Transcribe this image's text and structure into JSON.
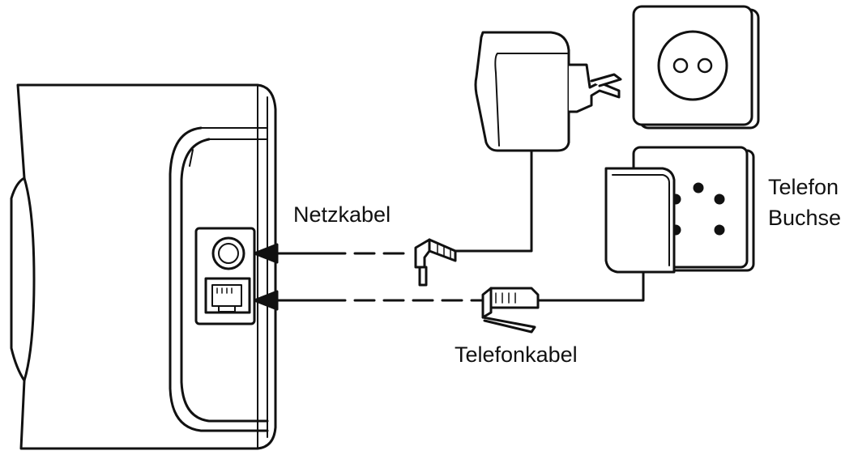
{
  "labels": {
    "power_cable": "Netzkabel",
    "phone_cable": "Telefonkabel",
    "phone_jack_line1": "Telefon",
    "phone_jack_line2": "Buchse"
  },
  "colors": {
    "line": "#111111",
    "background": "#ffffff",
    "shading": "#e6e6e6"
  }
}
